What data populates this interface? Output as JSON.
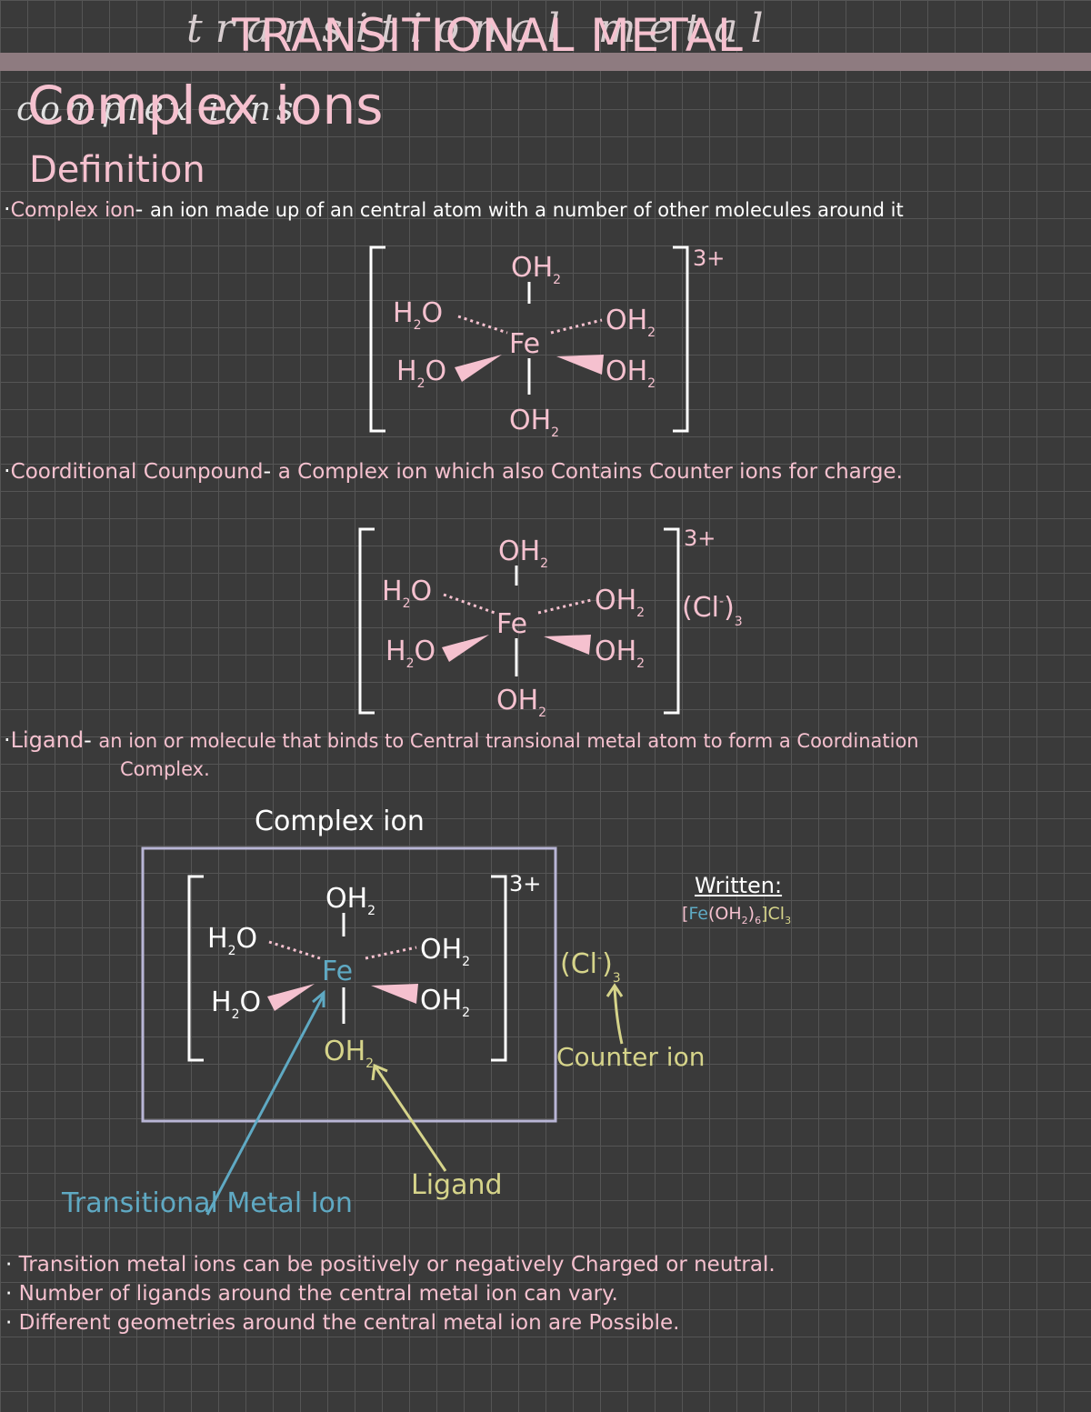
{
  "header": {
    "title": "TRANSITIONAL METAL",
    "script_title": "transitional metal"
  },
  "section": {
    "heading": "Complex ions",
    "heading_script": "complex ions",
    "subheading": "Definition"
  },
  "definitions": [
    {
      "bullet": "·",
      "term": "Complex ion",
      "sep": "-",
      "text": "an ion made up of an central atom with a number of other molecules around it"
    },
    {
      "bullet": "·",
      "term": "Coorditional Counpound",
      "sep": "-",
      "text": "a Complex ion which also Contains Counter ions for charge."
    },
    {
      "bullet": "·",
      "term": "Ligand",
      "sep": "-",
      "text": "an ion or molecule that binds to Central transional metal atom to form a Coordination",
      "text2": "Complex."
    }
  ],
  "molecule": {
    "center": "Fe",
    "ligand_top": "OH",
    "ligand_top_sub": "2",
    "ligand_bottom": "OH",
    "ligand_bottom_sub": "2",
    "ligand_left_top": "H",
    "ligand_left_top_sub": "2",
    "ligand_left_top_end": "O",
    "ligand_left_bottom": "H",
    "ligand_left_bottom_sub": "2",
    "ligand_left_bottom_end": "O",
    "ligand_right_top": "OH",
    "ligand_right_top_sub": "2",
    "ligand_right_bottom": "OH",
    "ligand_right_bottom_sub": "2",
    "charge": "3+",
    "counter_ion": "(Cl",
    "counter_ion_charge": "-",
    "counter_ion_close": ")",
    "counter_ion_sub": "3"
  },
  "diagram": {
    "box_label": "Complex ion",
    "written_label": "Written:",
    "written_formula_open": "[",
    "written_formula_fe": "Fe",
    "written_formula_rest": "(OH",
    "written_formula_sub1": "2",
    "written_formula_close": ")",
    "written_formula_sub2": "6",
    "written_formula_end": "]Cl",
    "written_formula_sub3": "3",
    "counter_ion_label": "Counter ion",
    "ligand_label": "Ligand",
    "metal_label": "Transitional Metal Ion"
  },
  "notes": [
    "Transition metal ions can be positively or negatively Charged or neutral.",
    "Number of ligands around the central metal ion can vary.",
    "Different geometries around the central metal ion are Possible."
  ],
  "colors": {
    "background": "#3a3a3a",
    "grid": "#555555",
    "pink": "#f5c1cf",
    "teal": "#5fa9c3",
    "olive": "#d6d48a",
    "box": "#b9b6d6",
    "band": "#8e7b80"
  }
}
